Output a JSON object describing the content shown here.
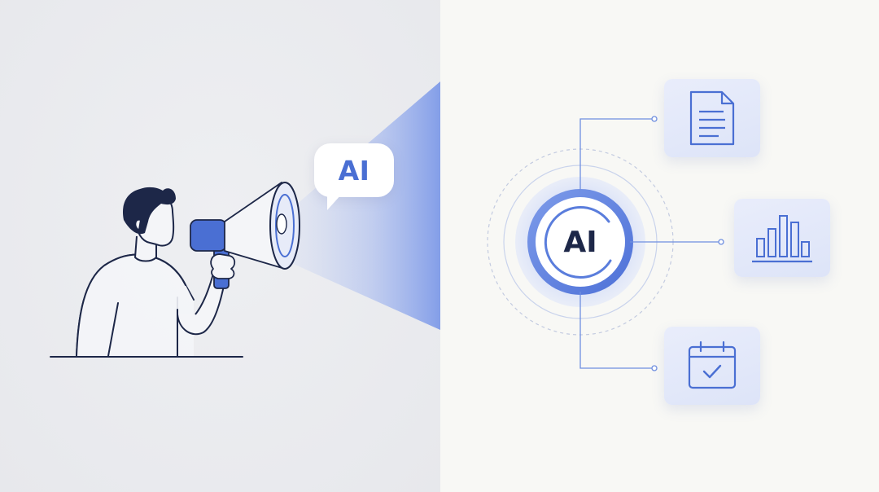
{
  "speech_bubble": {
    "text": "AI"
  },
  "hub": {
    "label": "AI"
  },
  "cards": [
    {
      "name": "document",
      "icon": "document-icon"
    },
    {
      "name": "chart",
      "icon": "bar-chart-icon"
    },
    {
      "name": "calendar",
      "icon": "calendar-check-icon"
    }
  ],
  "colors": {
    "accent_blue": "#4a6fd3",
    "line_blue": "#6f8fe0",
    "dark_navy": "#1d2748",
    "left_background": "#e9eaee",
    "right_background": "#f8f8f5"
  }
}
